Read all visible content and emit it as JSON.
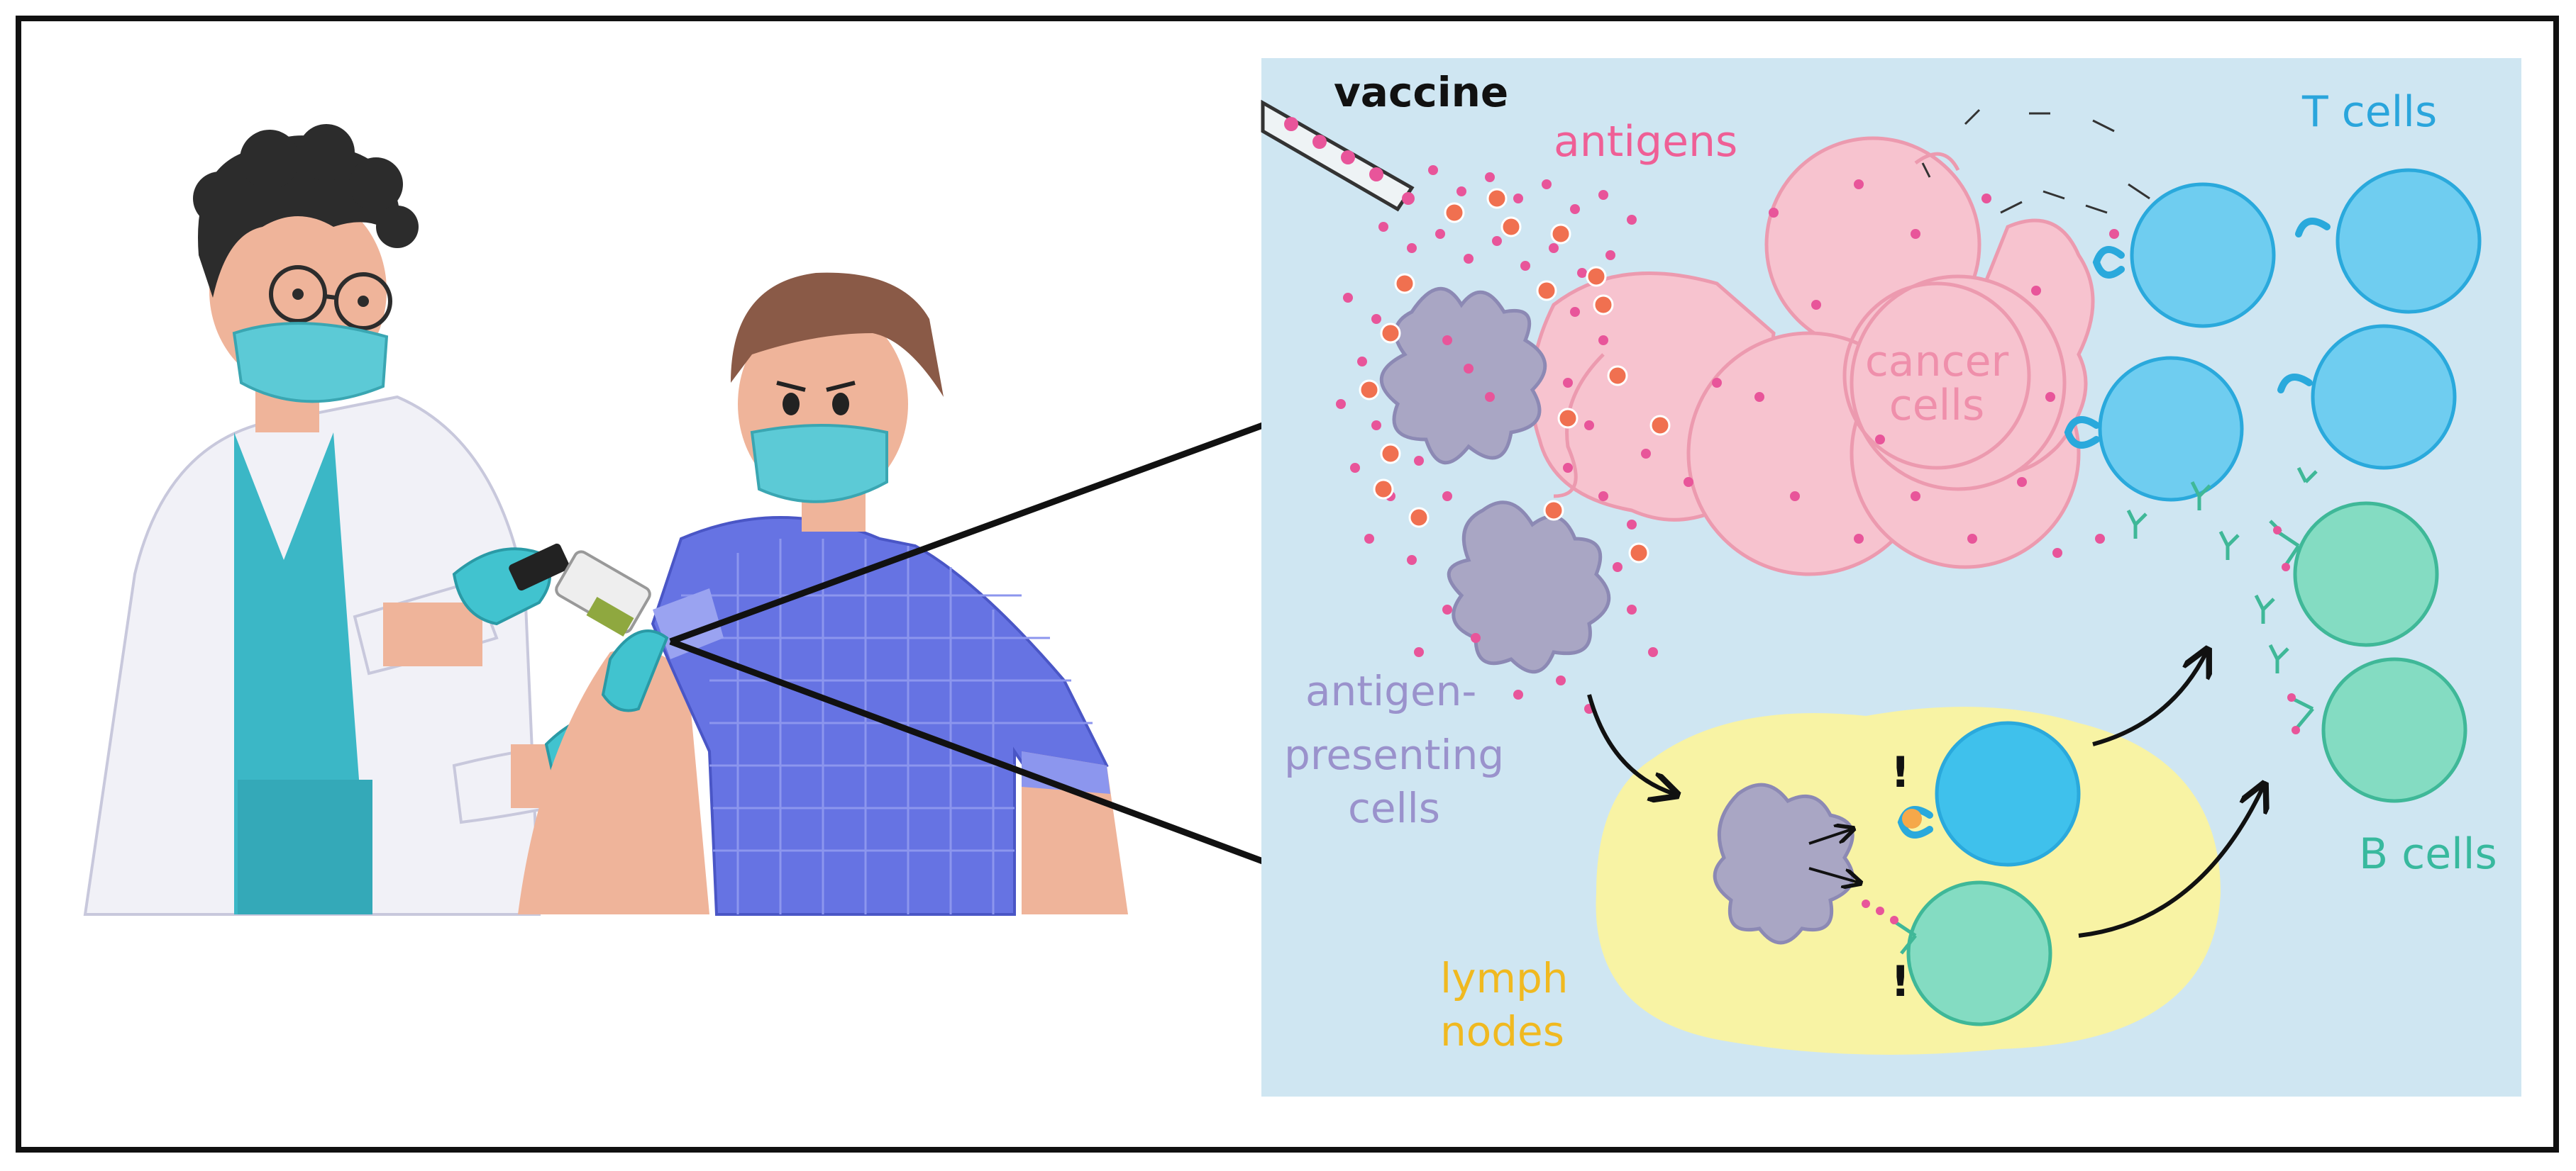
{
  "labels": {
    "vaccine": "vaccine",
    "antigens": "antigens",
    "cancer_line1": "cancer",
    "cancer_line2": "cells",
    "t_cells": "T cells",
    "b_cells": "B cells",
    "apc_line1": "antigen-",
    "apc_line2": "presenting",
    "apc_line3": "cells",
    "lymph_line1": "lymph",
    "lymph_line2": "nodes",
    "exclaim": "!"
  },
  "colors": {
    "panel_bg": "#cfe6f2",
    "frame": "#111111",
    "antigen_dot": "#e8559a",
    "antigen_particle": "#f07050",
    "cancer_fill": "#f7c3cf",
    "cancer_stroke": "#ec9aaf",
    "apc_fill": "#a9a6c4",
    "apc_stroke": "#8c89b4",
    "t_cell_fill": "#6fcdf0",
    "t_cell_stroke": "#2aa9dc",
    "t_cell_active": "#3fc1ec",
    "b_cell_fill": "#84dcc2",
    "b_cell_stroke": "#3fb898",
    "lymph_fill": "#f8f3a4",
    "label_pink": "#ef5f96",
    "label_blue": "#2aa5dc",
    "label_teal": "#38b99e",
    "label_purple": "#9a92cc",
    "label_yellow": "#f0b920",
    "doctor_coat": "#f1f1f7",
    "scrubs": "#3bb7c6",
    "mask": "#5ccad6",
    "glove": "#41c3cf",
    "skin": "#efb49a",
    "hair": "#2c2c2c",
    "patient_shirt": "#6673e3",
    "patient_hair": "#8a5a47"
  },
  "icons": {
    "doctor": "doctor-illustration",
    "patient": "patient-illustration",
    "syringe": "syringe-icon",
    "pipette": "vaccine-pipette-icon",
    "zoom": "zoom-lines-icon"
  }
}
